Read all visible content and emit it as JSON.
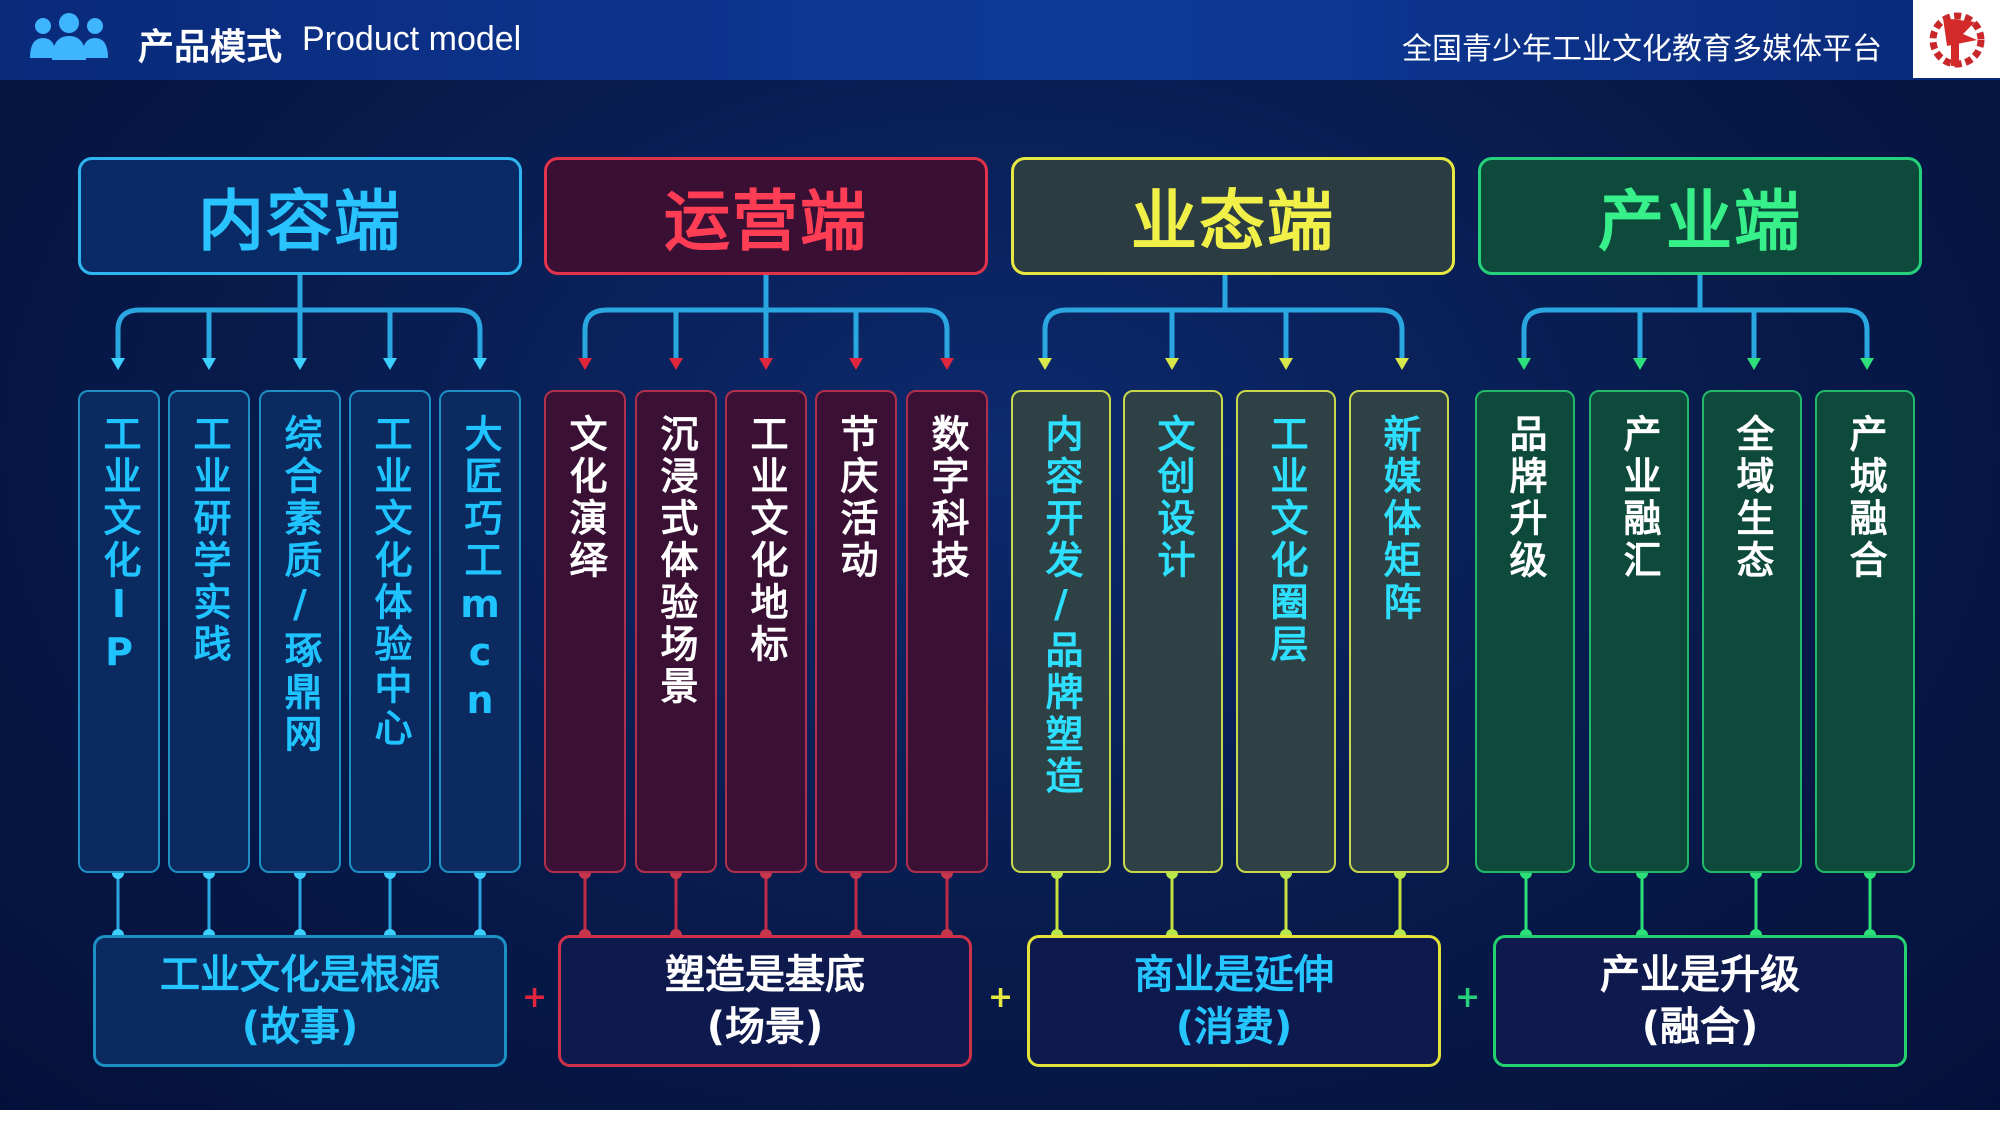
{
  "header": {
    "title_cn": "产品模式",
    "title_en": "Product model",
    "platform": "全国青少年工业文化教育多媒体平台",
    "icon": "users-icon",
    "logo_icon": "gear-flag-logo-icon"
  },
  "groups": [
    {
      "title": "内容端",
      "color": "#29c4ff",
      "items": [
        "工业文化IP",
        "工业研学实践",
        "综合素质/琢鼎网",
        "工业文化体验中心",
        "大匠巧工mcn"
      ],
      "summary": {
        "line1": "工业文化是根源",
        "line2": "(故事)"
      }
    },
    {
      "title": "运营端",
      "color": "#ff3d55",
      "items": [
        "文化演绎",
        "沉浸式体验场景",
        "工业文化地标",
        "节庆活动",
        "数字科技"
      ],
      "summary": {
        "line1": "塑造是基底",
        "line2": "(场景)"
      }
    },
    {
      "title": "业态端",
      "color": "#f0f048",
      "items": [
        "内容开发/品牌塑造",
        "文创设计",
        "工业文化圈层",
        "新媒体矩阵"
      ],
      "summary": {
        "line1": "商业是延伸",
        "line2": "(消费)"
      }
    },
    {
      "title": "产业端",
      "color": "#38f08a",
      "items": [
        "品牌升级",
        "产业融汇",
        "全域生态",
        "产城融合"
      ],
      "summary": {
        "line1": "产业是升级",
        "line2": "(融合)"
      }
    }
  ],
  "plus_sign": "+"
}
